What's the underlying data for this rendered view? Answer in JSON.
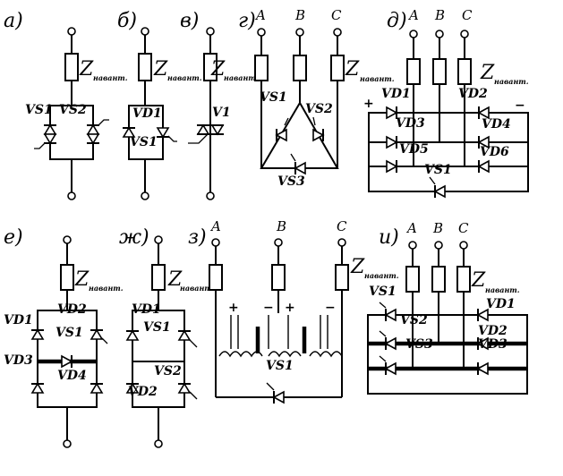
{
  "panels": {
    "a": "а)",
    "b": "б)",
    "v": "в)",
    "g": "г)",
    "d": "д)",
    "e": "е)",
    "zh": "ж)",
    "z": "з)",
    "i": "и)"
  },
  "impedance": {
    "symbol": "Z",
    "subscript": "навант."
  },
  "phases": {
    "a": "A",
    "b": "B",
    "c": "C"
  },
  "polarity": {
    "plus": "+",
    "minus": "−"
  },
  "devices": {
    "vs1": "VS1",
    "vs2": "VS2",
    "vs3": "VS3",
    "vd1": "VD1",
    "vd2": "VD2",
    "vd3": "VD3",
    "vd4": "VD4",
    "vd5": "VD5",
    "vd6": "VD6",
    "v1": "V1"
  }
}
